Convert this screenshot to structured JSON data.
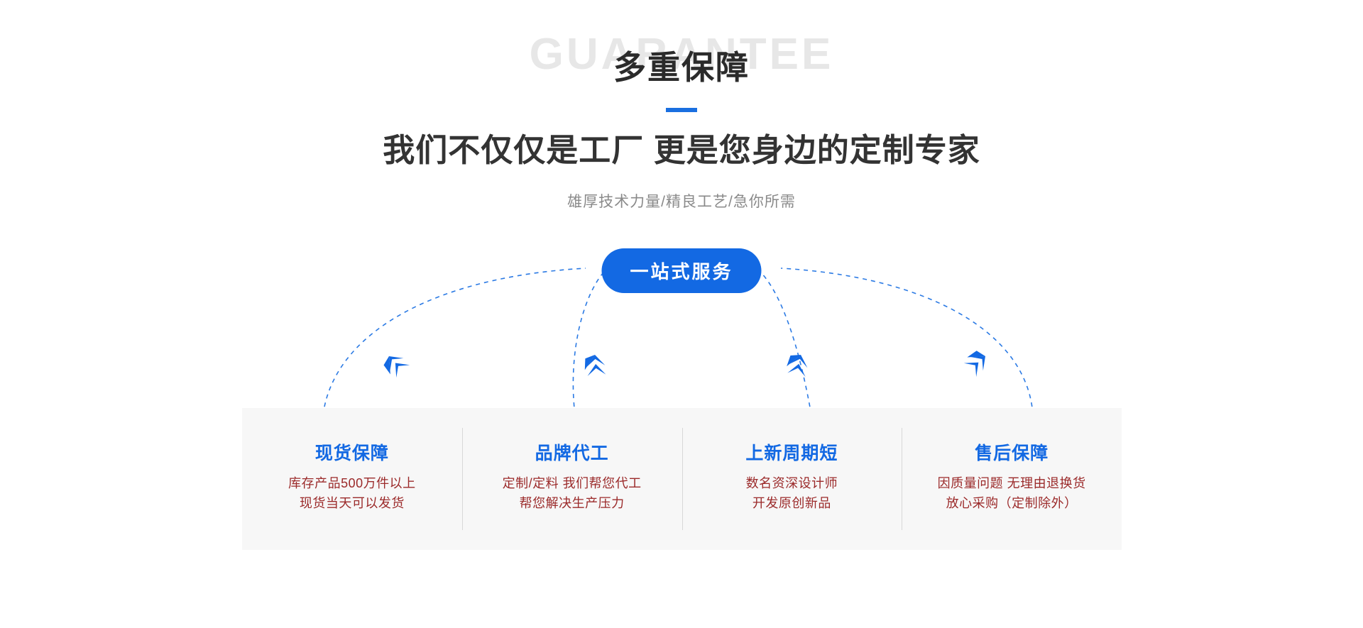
{
  "header": {
    "watermark": "GUARANTEE",
    "title_main": "多重保障",
    "headline": "我们不仅仅是工厂 更是您身边的定制专家",
    "subtitle": "雄厚技术力量/精良工艺/急你所需"
  },
  "pill": {
    "label": "一站式服务"
  },
  "colors": {
    "accent_blue": "#1369e3",
    "title_dark": "#2b2b2b",
    "subtitle_gray": "#8a8a8a",
    "watermark_gray": "#e7e7e7",
    "panel_bg": "#f7f7f7",
    "desc_red": "#9b2a2a",
    "divider": "#d8d8d8"
  },
  "columns": [
    {
      "title": "现货保障",
      "lines": [
        "库存产品500万件以上",
        "现货当天可以发货"
      ]
    },
    {
      "title": "品牌代工",
      "lines": [
        "定制/定料 我们帮您代工",
        "帮您解决生产压力"
      ]
    },
    {
      "title": "上新周期短",
      "lines": [
        "数名资深设计师",
        "开发原创新品"
      ]
    },
    {
      "title": "售后保障",
      "lines": [
        "因质量问题 无理由退换货",
        "放心采购（定制除外）"
      ]
    }
  ],
  "arrows": {
    "count": 4,
    "icon": "double-chevron-arrow-icon",
    "direction": [
      "down-left",
      "down",
      "down",
      "down-right"
    ]
  }
}
